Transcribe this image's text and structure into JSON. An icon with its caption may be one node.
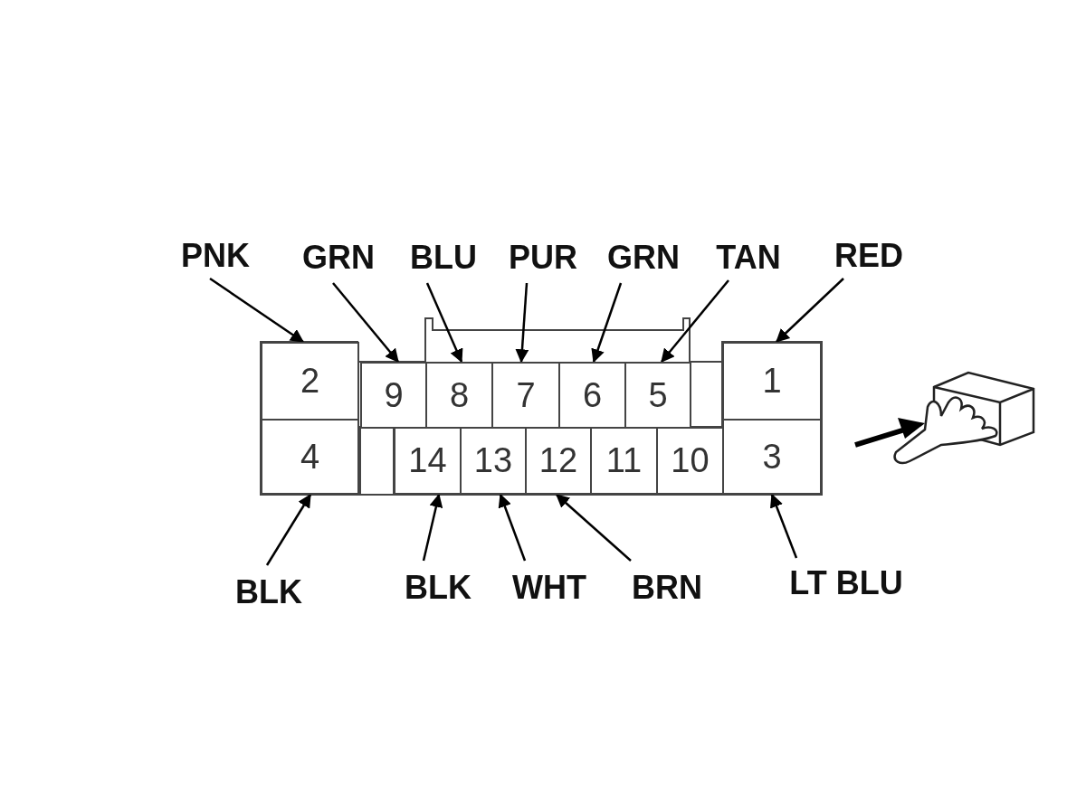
{
  "diagram": {
    "nodes": [
      {
        "text": [
          "PNK"
        ]
      },
      {
        "text": [
          "GRN"
        ]
      },
      {
        "text": [
          "BLU"
        ]
      },
      {
        "text": [
          "PUR"
        ]
      },
      {
        "text": [
          "GRN"
        ]
      },
      {
        "text": [
          "TAN"
        ]
      },
      {
        "text": [
          "RED"
        ]
      },
      {
        "text": [
          "2"
        ]
      },
      {
        "text": [
          "9"
        ]
      },
      {
        "text": [
          "8"
        ]
      },
      {
        "text": [
          "7"
        ]
      },
      {
        "text": [
          "6"
        ]
      },
      {
        "text": [
          "5"
        ]
      },
      {
        "text": [
          "1"
        ]
      },
      {
        "text": [
          "4"
        ]
      },
      {
        "text": [
          "14"
        ]
      },
      {
        "text": [
          "13"
        ]
      },
      {
        "text": [
          "12"
        ]
      },
      {
        "text": [
          "11"
        ]
      },
      {
        "text": [
          "10"
        ]
      },
      {
        "text": [
          "3"
        ]
      },
      {
        "text": [
          "BLK"
        ]
      },
      {
        "text": [
          "BLK"
        ]
      },
      {
        "text": [
          "WHT"
        ]
      },
      {
        "text": [
          "BRN"
        ]
      },
      {
        "text": [
          "LT BLU"
        ]
      }
    ],
    "edges": [
      {
        "from": 0,
        "to": 7,
        "arrow": "to"
      },
      {
        "from": 1,
        "to": 8,
        "arrow": "to"
      },
      {
        "from": 2,
        "to": 9,
        "arrow": "to"
      },
      {
        "from": 3,
        "to": 10,
        "arrow": "to"
      },
      {
        "from": 4,
        "to": 11,
        "arrow": "to"
      },
      {
        "from": 5,
        "to": 12,
        "arrow": "to"
      },
      {
        "from": 6,
        "to": 13,
        "arrow": "to"
      },
      {
        "from": 21,
        "to": 14,
        "arrow": "to"
      },
      {
        "from": 22,
        "to": 15,
        "arrow": "to"
      },
      {
        "from": 23,
        "to": 16,
        "arrow": "to"
      },
      {
        "from": 24,
        "to": 17,
        "arrow": "to"
      },
      {
        "from": 25,
        "to": 20,
        "arrow": "to"
      }
    ]
  }
}
